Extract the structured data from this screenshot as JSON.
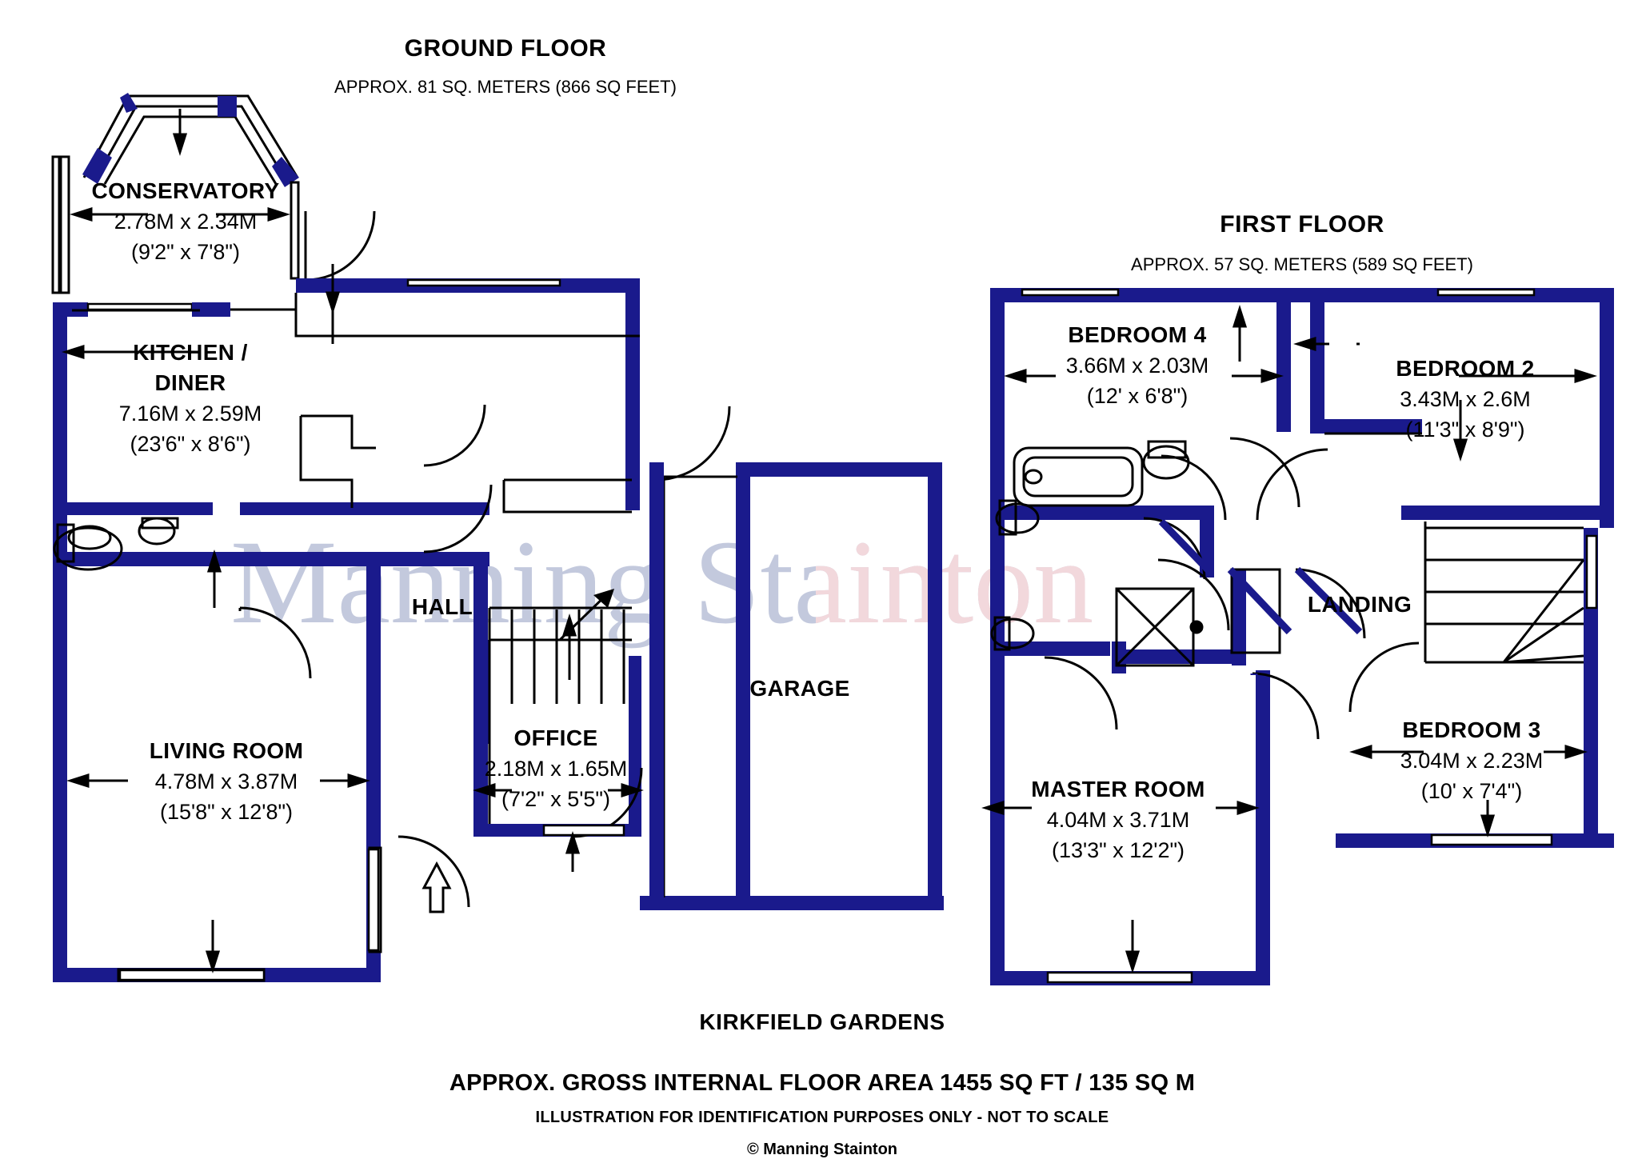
{
  "document": {
    "type": "floor-plan",
    "watermark": "Manning Stainton",
    "watermark_colors": [
      "#c3c9dd",
      "#f0d9dd"
    ],
    "wall_color": "#1a1a8c",
    "text_color": "#000000"
  },
  "ground_floor": {
    "title": "GROUND FLOOR",
    "area": "APPROX. 81 SQ. METERS (866 SQ FEET)",
    "rooms": [
      {
        "name": "CONSERVATORY",
        "metric": "2.78M x 2.34M",
        "imperial": "(9'2\" x 7'8\")"
      },
      {
        "name_line1": "KITCHEN /",
        "name_line2": "DINER",
        "name": "KITCHEN / DINER",
        "metric": "7.16M x 2.59M",
        "imperial": "(23'6\" x 8'6\")"
      },
      {
        "name": "LIVING ROOM",
        "metric": "4.78M x 3.87M",
        "imperial": "(15'8\" x 12'8\")"
      },
      {
        "name": "HALL",
        "metric": "",
        "imperial": ""
      },
      {
        "name": "OFFICE",
        "metric": "2.18M x 1.65M",
        "imperial": "(7'2\" x 5'5\")"
      },
      {
        "name": "GARAGE",
        "metric": "",
        "imperial": ""
      }
    ]
  },
  "first_floor": {
    "title": "FIRST FLOOR",
    "area": "APPROX. 57 SQ. METERS (589 SQ FEET)",
    "rooms": [
      {
        "name": "BEDROOM 4",
        "metric": "3.66M x 2.03M",
        "imperial": "(12' x 6'8\")"
      },
      {
        "name": "BEDROOM 2",
        "metric": "3.43M x 2.6M",
        "imperial": "(11'3\" x 8'9\")"
      },
      {
        "name": "BEDROOM 3",
        "metric": "3.04M x 2.23M",
        "imperial": "(10' x 7'4\")"
      },
      {
        "name": "MASTER ROOM",
        "metric": "4.04M x 3.71M",
        "imperial": "(13'3\" x 12'2\")"
      },
      {
        "name": "LANDING",
        "metric": "",
        "imperial": ""
      }
    ]
  },
  "footer": {
    "street": "KIRKFIELD GARDENS",
    "gross_area": "APPROX. GROSS INTERNAL FLOOR AREA 1455 SQ FT / 135 SQ M",
    "disclaimer": "ILLUSTRATION FOR IDENTIFICATION PURPOSES ONLY - NOT TO SCALE",
    "copyright": "© Manning Stainton"
  }
}
